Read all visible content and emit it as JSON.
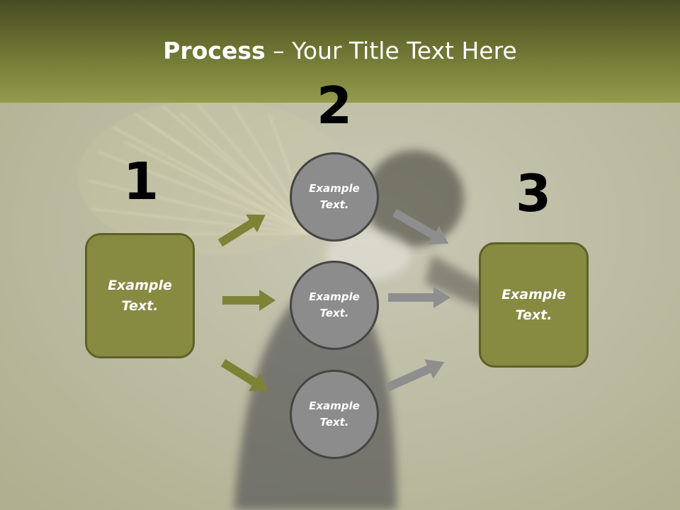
{
  "title": {
    "bold": "Process",
    "rest": " – Your Title Text Here"
  },
  "steps": [
    {
      "number": "1",
      "text": "Example\nText."
    },
    {
      "number": "2",
      "items": [
        {
          "text": "Example\nText."
        },
        {
          "text": "Example\nText."
        },
        {
          "text": "Example\nText."
        }
      ]
    },
    {
      "number": "3",
      "text": "Example\nText."
    }
  ],
  "colors": {
    "header_dark": "#474b23",
    "header_light": "#959b4c",
    "box_fill": "#878a41",
    "box_border": "#5d6128",
    "circle_fill": "#8c8c8c",
    "circle_border": "#454545",
    "arrow_olive": "#7d8237",
    "arrow_gray": "#8e8e8e"
  }
}
